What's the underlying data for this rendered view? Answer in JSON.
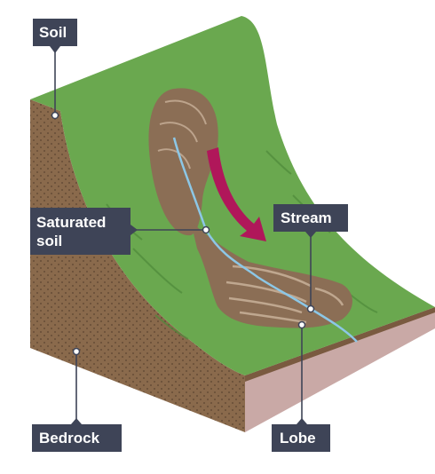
{
  "diagram": {
    "labels": {
      "soil": "Soil",
      "saturated_line1": "Saturated",
      "saturated_line2": "soil",
      "stream": "Stream",
      "bedrock": "Bedrock",
      "lobe": "Lobe"
    },
    "colors": {
      "grass": "#6aa84f",
      "grass_dark": "#4e8a3a",
      "soil_face": "#8a6a4c",
      "soil_dots": "#5b4430",
      "rock_side": "#c9a9a6",
      "slump": "#8b6e55",
      "slump_dark": "#6d533f",
      "stream": "#8cc7e6",
      "arrow": "#b0175a",
      "label_bg": "#3e4457",
      "leader": "#3e4457"
    }
  }
}
